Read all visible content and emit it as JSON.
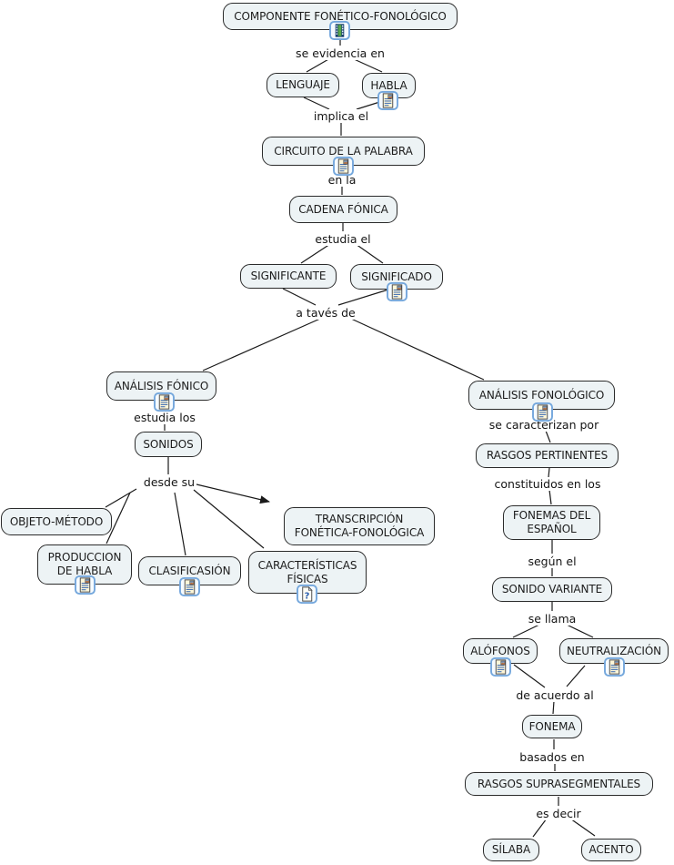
{
  "diagram": {
    "type": "concept-map",
    "background": "#ffffff",
    "node_fill": "#edf3f5",
    "node_border": "#2b2b2b",
    "line_color": "#1a1a1a",
    "icon_frame": "#74a7dc"
  },
  "concepts": {
    "componente": "COMPONENTE FONÉTICO-FONOLÓGICO",
    "lenguaje": "LENGUAJE",
    "habla": "HABLA",
    "circuito": "CIRCUITO DE LA PALABRA",
    "cadena": "CADENA FÓNICA",
    "significante": "SIGNIFICANTE",
    "significado": "SIGNIFICADO",
    "analisis_fonico": "ANÁLISIS FÓNICO",
    "sonidos": "SONIDOS",
    "objeto_metodo": "OBJETO-MÉTODO",
    "produccion_de_habla": "PRODUCCION DE HABLA",
    "clasificasion": "CLASIFICASIÓN",
    "caracteristicas_fisicas": "CARACTERÍSTICAS FÍSICAS",
    "transcripcion": "TRANSCRIPCIÓN FONÉTICA-FONOLÓGICA",
    "analisis_fonologico": "ANÁLISIS FONOLÓGICO",
    "rasgos_pertinentes": "RASGOS PERTINENTES",
    "fonemas_del_espanol": "FONEMAS DEL ESPAÑOL",
    "sonido_variante": "SONIDO VARIANTE",
    "alofonos": "ALÓFONOS",
    "neutralizacion": "NEUTRALIZACIÓN",
    "fonema": "FONEMA",
    "rasgos_suprasegmentales": "RASGOS SUPRASEGMENTALES",
    "silaba": "SÍLABA",
    "acento": "ACENTO"
  },
  "linking_phrases": {
    "se_evidencia_en": "se evidencia en",
    "implica_el": "implica el",
    "en_la": "en la",
    "estudia_el": "estudia el",
    "a_taves_de": "a tavés de",
    "estudia_los": "estudia los",
    "desde_su": "desde su",
    "se_caracterizan_por": "se caracterizan por",
    "constituidos_en_los": "constituidos en los",
    "segun_el": "según el",
    "se_llama": "se llama",
    "de_acuerdo_al": "de acuerdo al",
    "basados_en": "basados en",
    "es_decir": "es decir"
  },
  "resource_icons": {
    "componente": "video-icon",
    "habla": "document-image-icon",
    "circuito": "document-image-icon",
    "significado": "document-image-icon",
    "analisis_fonico": "document-image-icon",
    "produccion_de_habla": "document-image-icon",
    "clasificasion": "document-image-icon",
    "caracteristicas_fisicas": "document-question-icon",
    "analisis_fonologico": "document-image-icon",
    "alofonos": "document-image-icon",
    "neutralizacion": "document-image-icon"
  }
}
